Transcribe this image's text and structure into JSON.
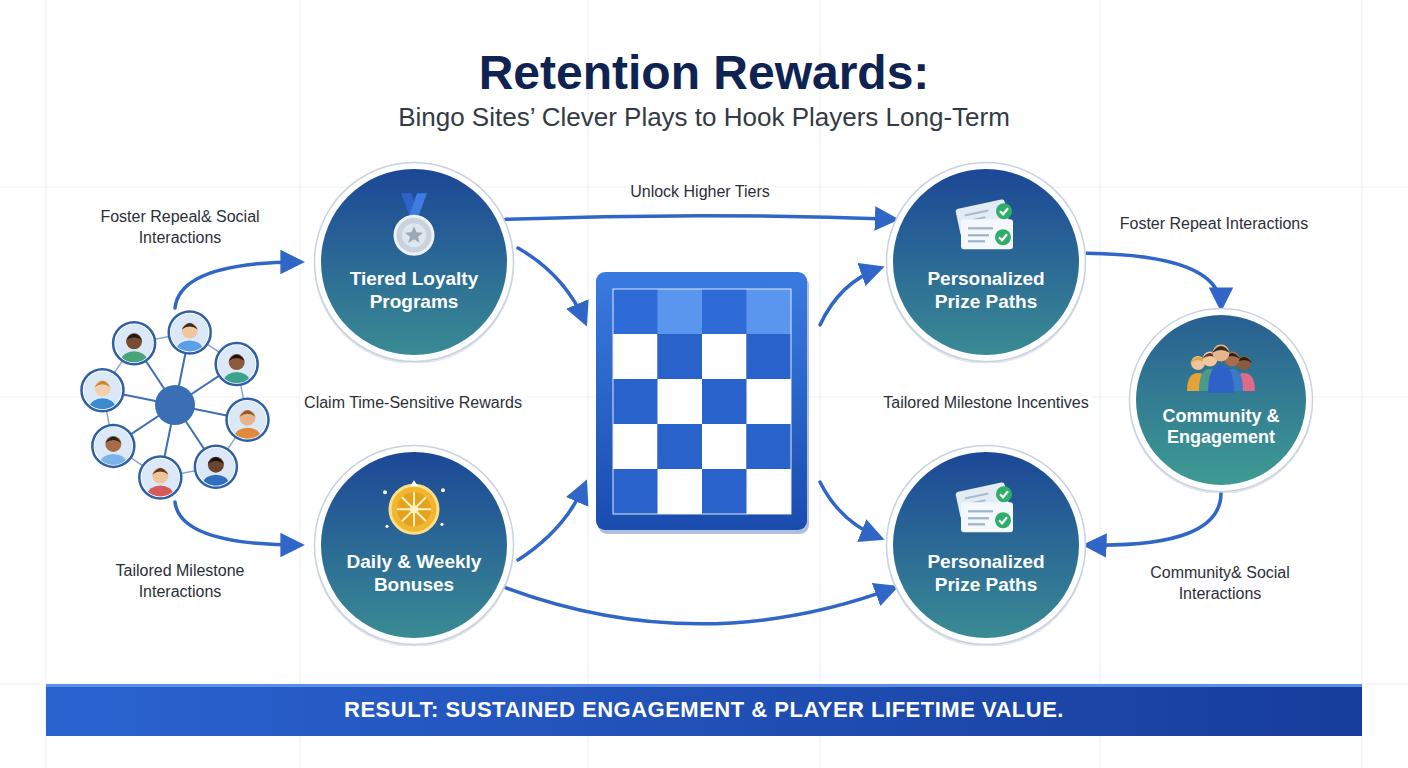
{
  "diagram": {
    "title": "Retention Rewards:",
    "nodes": [
      {
        "text": [
          "Tiered Loyalty Programs"
        ]
      },
      {
        "text": [
          "Personalized Prize Paths"
        ]
      },
      {
        "text": [
          "Community & Engagement"
        ]
      },
      {
        "text": [
          "Daily & Weekly Bonuses"
        ]
      },
      {
        "text": [
          "Personalized Prize Paths"
        ]
      },
      {
        "text": [
          "RESULT: SUSTAINED ENGAGEMENT & PLAYER LIFETIME VALUE."
        ]
      }
    ],
    "edges": [
      {
        "from": 0,
        "to": 1,
        "arrow": "to",
        "label": "Unlock Higher Tiers"
      },
      {
        "from": 1,
        "to": 2,
        "arrow": "to",
        "label": "Foster Repeat Interactions"
      },
      {
        "from": 2,
        "to": 4,
        "arrow": "to",
        "label": "Community& Social Interactions"
      },
      {
        "from": 3,
        "to": 4,
        "arrow": "to"
      }
    ],
    "labels": [
      "Bingo Sites’ Clever Plays to Hook Players Long-Term",
      "Foster Repeal& Social Interactions",
      "Claim Time-Sensitive Rewards",
      "Tailored Milestone Incentives",
      "Tailored Milestone Interactions"
    ]
  }
}
